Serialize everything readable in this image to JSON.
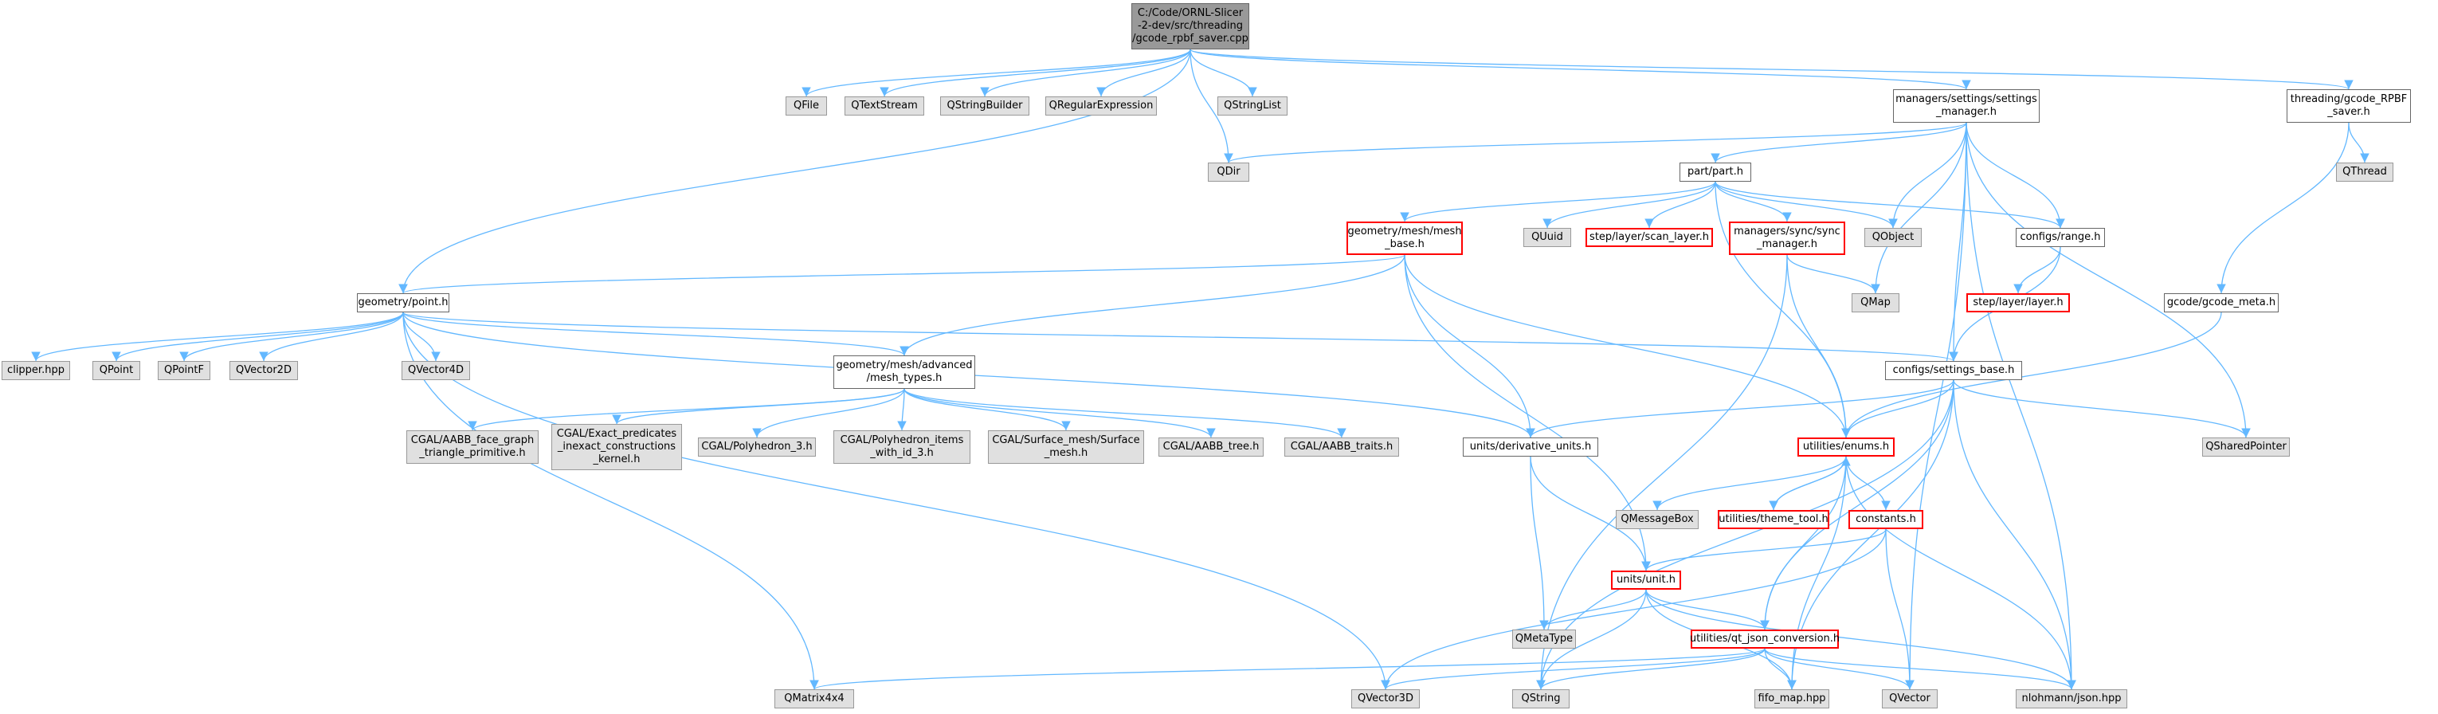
{
  "colors": {
    "edge": "#63b8ff",
    "root_fill": "#999999",
    "external_fill": "#e0e0e0",
    "incomplete_border": "#ff0000"
  },
  "nodes": {
    "root": "C:/Code/ORNL-Slicer\n-2-dev/src/threading\n/gcode_rpbf_saver.cpp",
    "qfile": "QFile",
    "qtextstream": "QTextStream",
    "qstringbuilder": "QStringBuilder",
    "qregularexpression": "QRegularExpression",
    "qstringlist": "QStringList",
    "qdir": "QDir",
    "settings_manager": "managers/settings/settings\n_manager.h",
    "threading_saver": "threading/gcode_RPBF\n_saver.h",
    "qthread": "QThread",
    "part": "part/part.h",
    "mesh_base": "geometry/mesh/mesh\n_base.h",
    "quuid": "QUuid",
    "scan_layer": "step/layer/scan_layer.h",
    "sync_manager": "managers/sync/sync\n_manager.h",
    "qobject": "QObject",
    "range": "configs/range.h",
    "qmap": "QMap",
    "layer": "step/layer/layer.h",
    "gcode_meta": "gcode/gcode_meta.h",
    "point": "geometry/point.h",
    "clipper": "clipper.hpp",
    "qpoint": "QPoint",
    "qpointf": "QPointF",
    "qvector2d": "QVector2D",
    "qvector4d": "QVector4D",
    "mesh_types": "geometry/mesh/advanced\n/mesh_types.h",
    "settings_base": "configs/settings_base.h",
    "aabb_face": "CGAL/AABB_face_graph\n_triangle_primitive.h",
    "exact_pred": "CGAL/Exact_predicates\n_inexact_constructions\n_kernel.h",
    "polyhedron3": "CGAL/Polyhedron_3.h",
    "polyhedron_items": "CGAL/Polyhedron_items\n_with_id_3.h",
    "surface_mesh": "CGAL/Surface_mesh/Surface\n_mesh.h",
    "aabb_tree": "CGAL/AABB_tree.h",
    "aabb_traits": "CGAL/AABB_traits.h",
    "derivative_units": "units/derivative_units.h",
    "enums": "utilities/enums.h",
    "qsharedpointer": "QSharedPointer",
    "qmessagebox": "QMessageBox",
    "theme_tool": "utilities/theme_tool.h",
    "constants": "constants.h",
    "unit": "units/unit.h",
    "qmetatype": "QMetaType",
    "qt_json": "utilities/qt_json_conversion.h",
    "qmatrix4x4": "QMatrix4x4",
    "qvector3d": "QVector3D",
    "qstring": "QString",
    "fifo_map": "fifo_map.hpp",
    "qvector": "QVector",
    "nlohmann": "nlohmann/json.hpp"
  }
}
